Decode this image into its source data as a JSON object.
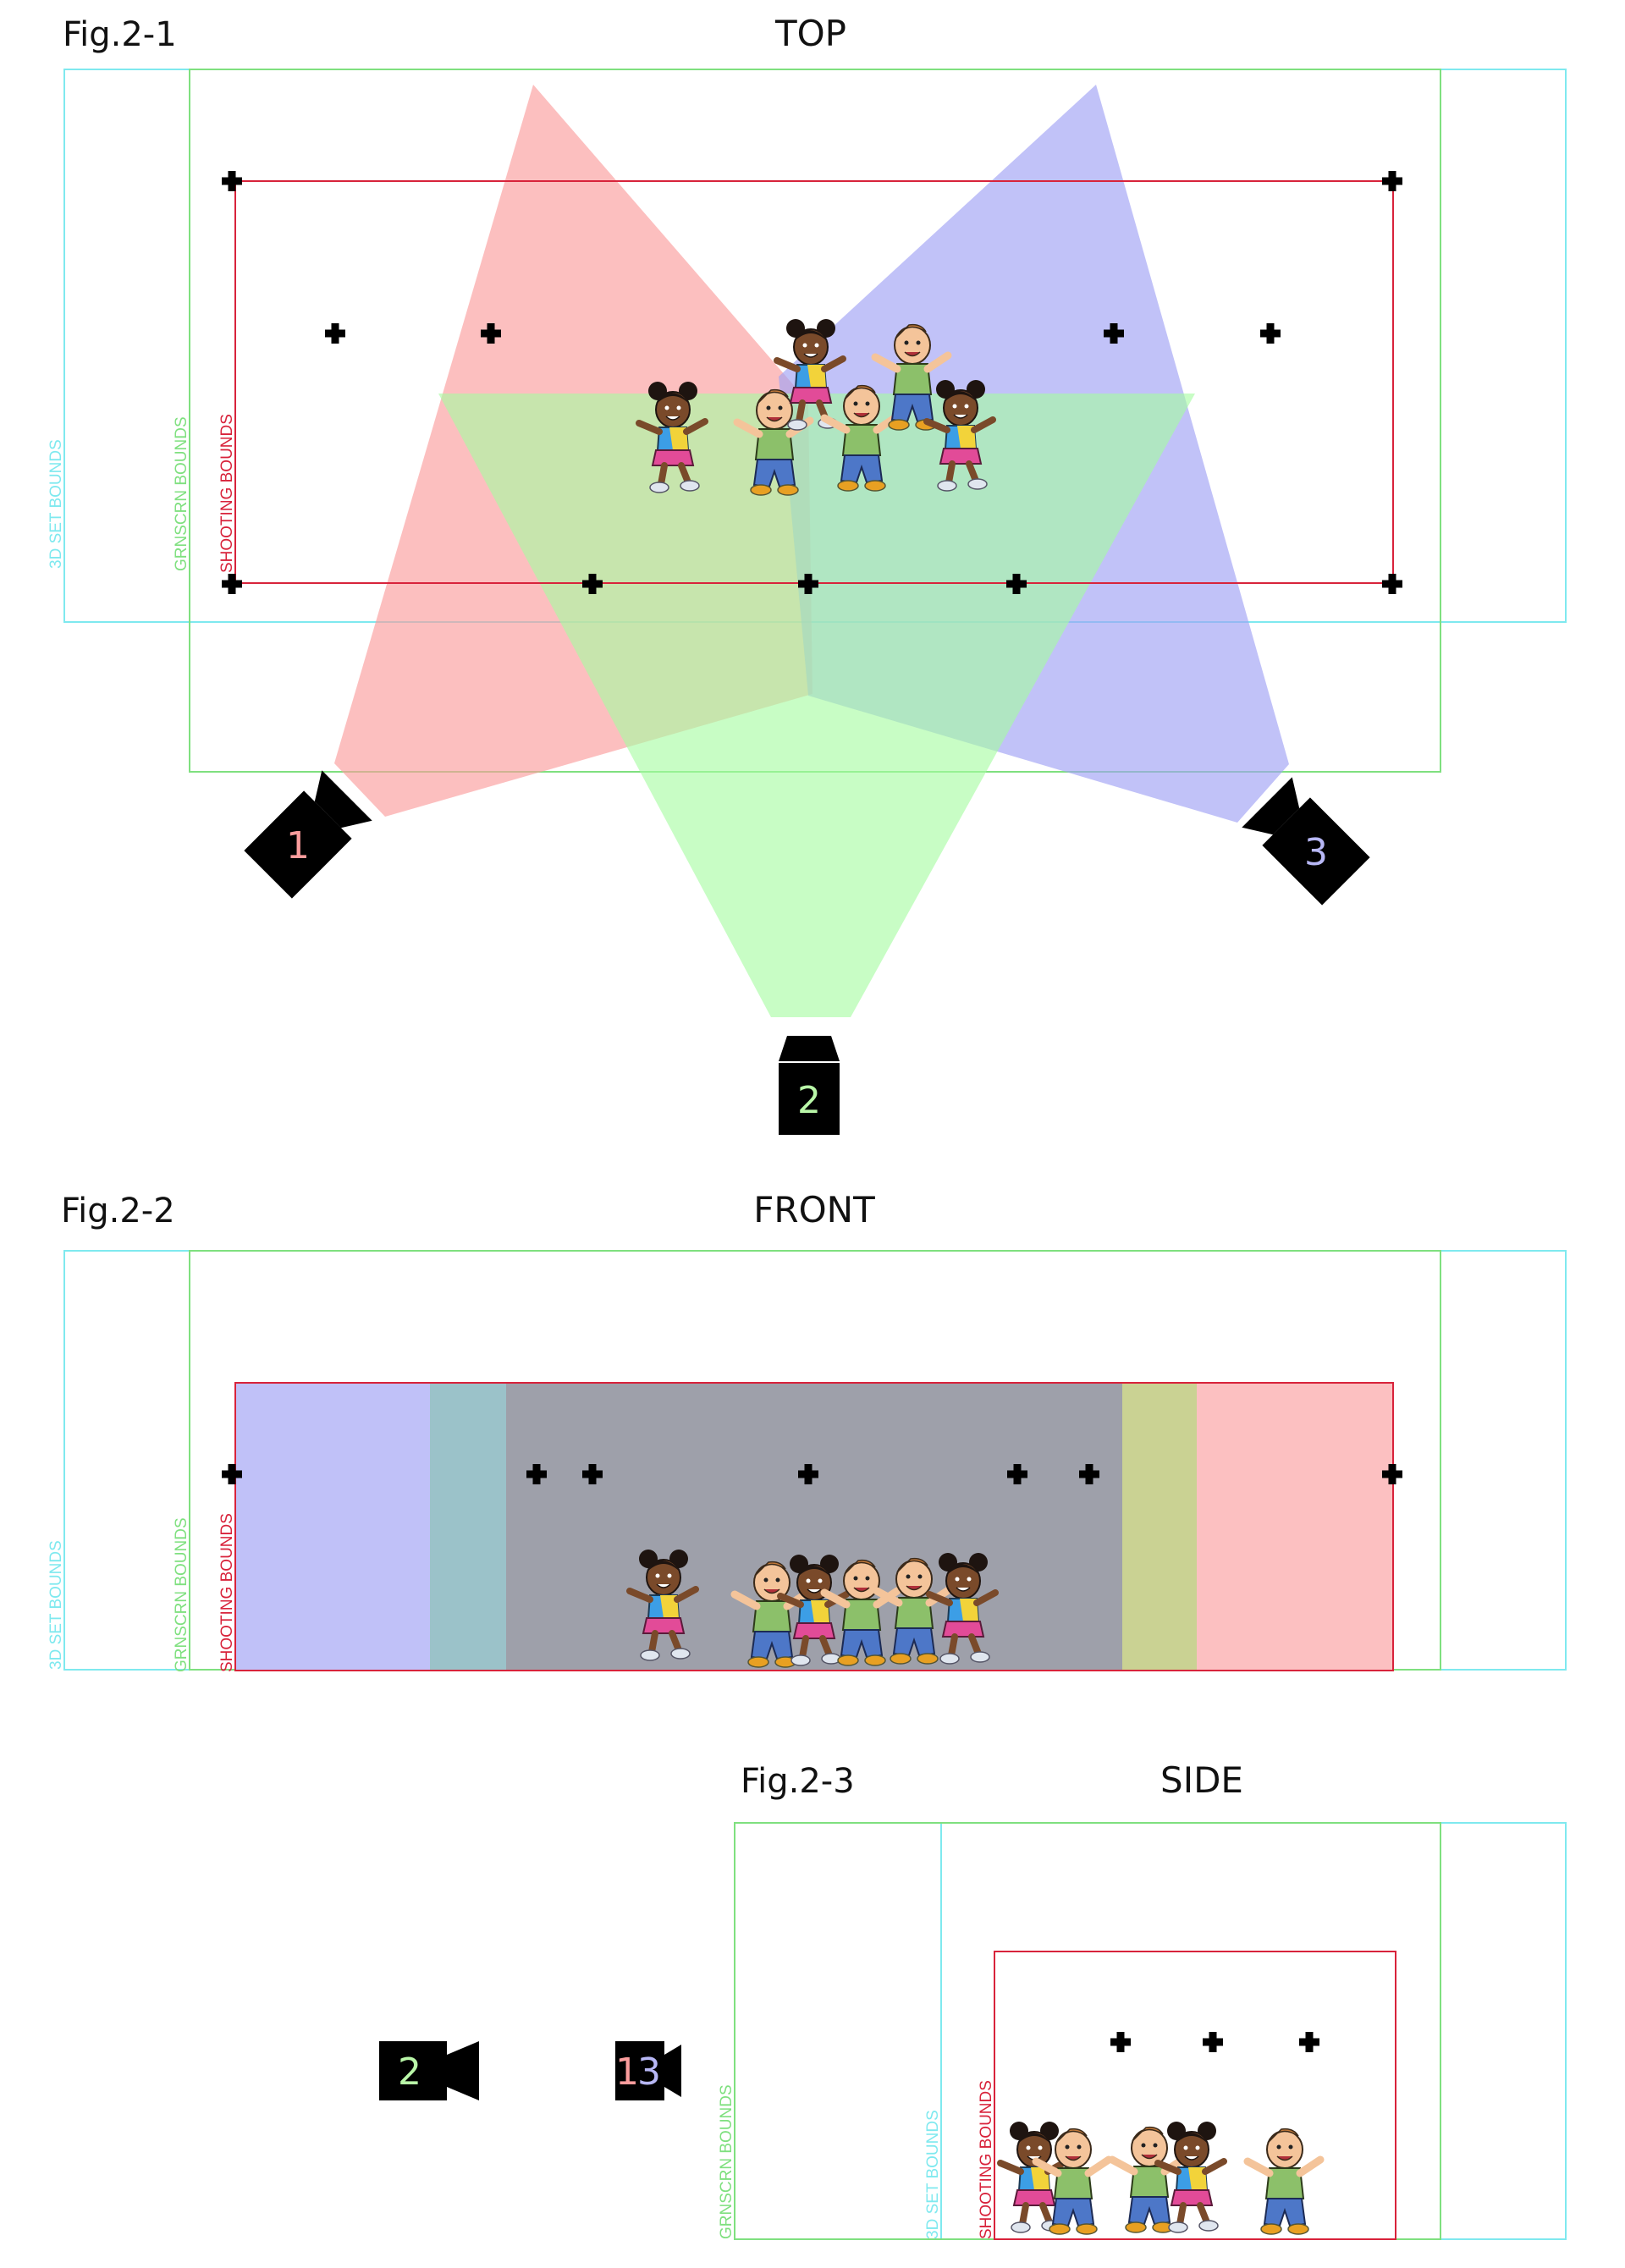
{
  "colors": {
    "set_bounds": "#7fe9ef",
    "grnscrn_bounds": "#7fe07f",
    "shooting_bounds": "#d8233b",
    "camera_1_frustum": "#fb9d9d",
    "camera_2_frustum": "#a7fba1",
    "camera_3_frustum": "#a0a2f5",
    "marker": "#000000",
    "camera_body": "#000000"
  },
  "legend_text": {
    "set_bounds": "3D SET BOUNDS",
    "grnscrn_bounds": "GRNSCRN BOUNDS",
    "shooting_bounds": "SHOOTING BOUNDS"
  },
  "figures": {
    "top": {
      "fig": "Fig.2-1",
      "view": "TOP"
    },
    "front": {
      "fig": "Fig.2-2",
      "view": "FRONT"
    },
    "side": {
      "fig": "Fig.2-3",
      "view": "SIDE"
    }
  },
  "cameras": {
    "top": [
      {
        "label": "1",
        "color": "#fb9d9d"
      },
      {
        "label": "2",
        "color": "#b9f7a8"
      },
      {
        "label": "3",
        "color": "#b7b7f5"
      }
    ],
    "side": [
      {
        "label": "2",
        "color": "#b9f7a8"
      },
      {
        "label": "1",
        "color": "#fb9d9d"
      },
      {
        "label": "3",
        "color": "#b7b7f5"
      }
    ]
  },
  "icons": {
    "marker": "plus-marker-icon",
    "camera": "camera-icon",
    "subjects": "kids-cartoon-group"
  }
}
